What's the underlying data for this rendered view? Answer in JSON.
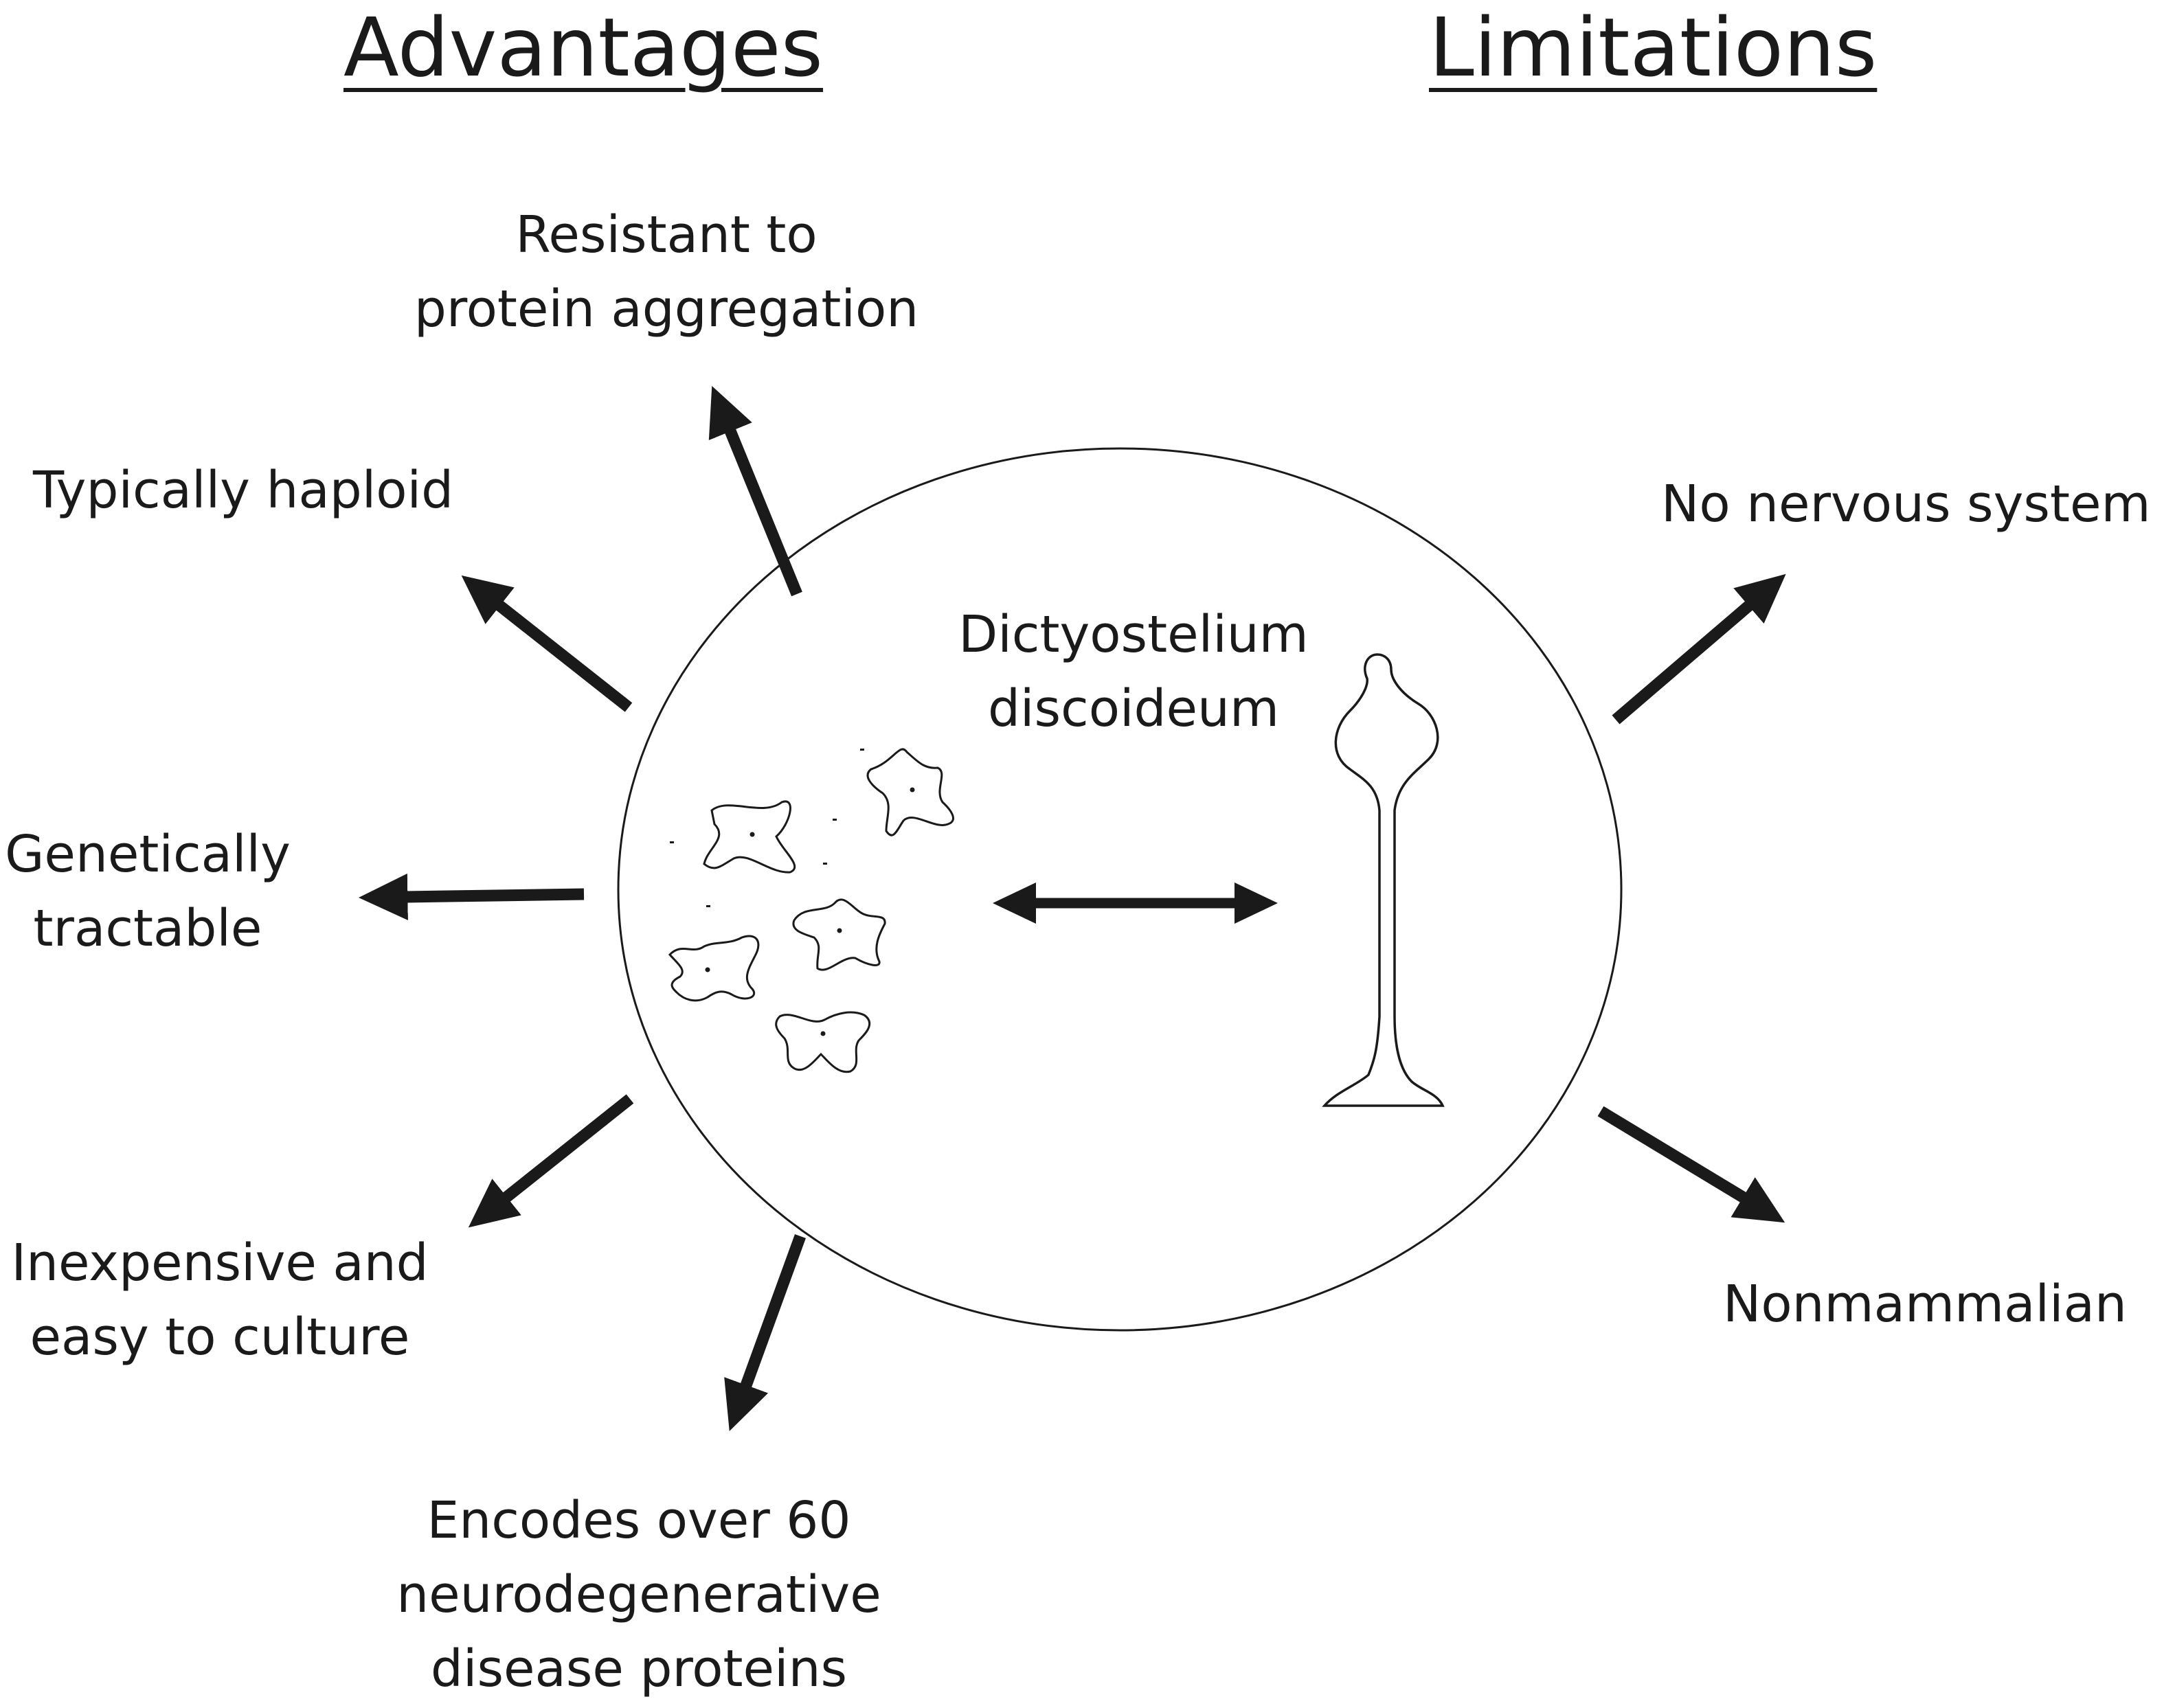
{
  "headings": {
    "advantages": "Advantages",
    "limitations": "Limitations"
  },
  "organism": {
    "line1": "Dictyostelium",
    "line2": "discoideum"
  },
  "advantages": {
    "resistant": [
      "Resistant to",
      "protein aggregation"
    ],
    "haploid": [
      "Typically haploid"
    ],
    "genetic": [
      "Genetically",
      "tractable"
    ],
    "inexpensive": [
      "Inexpensive and",
      "easy to culture"
    ],
    "encodes": [
      "Encodes over 60",
      "neurodegenerative",
      "disease proteins"
    ]
  },
  "limitations": {
    "nervous": [
      "No nervous system"
    ],
    "nonmammalian": [
      "Nonmammalian"
    ]
  },
  "colors": {
    "ink": "#1a1a1a",
    "arrow": "#1a1a1a",
    "background": "#ffffff"
  }
}
